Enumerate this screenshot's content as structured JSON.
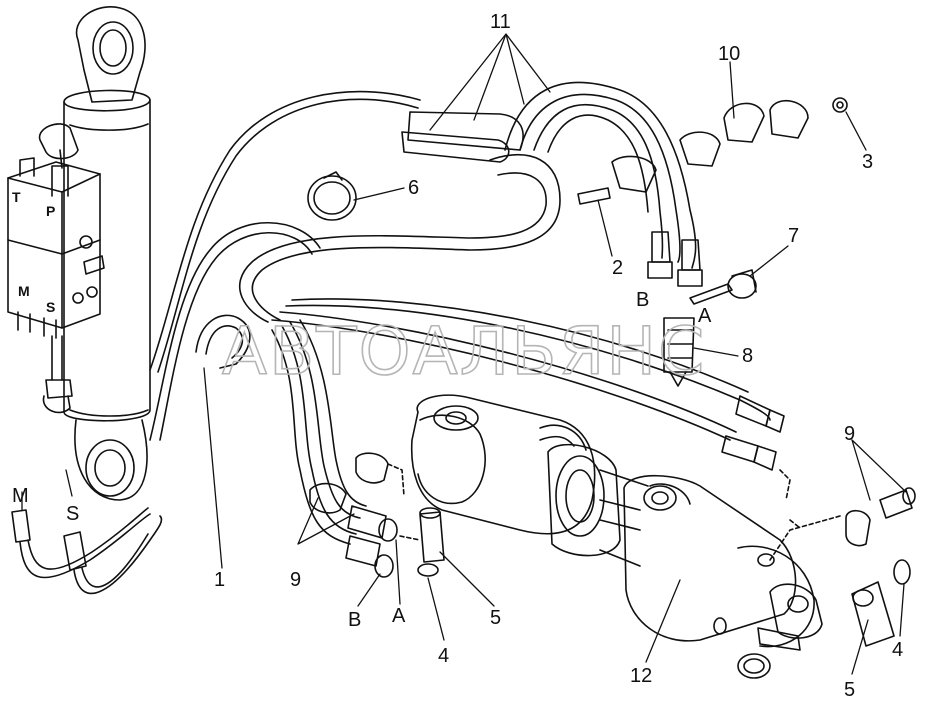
{
  "diagram": {
    "watermark": "АВТОАЛЬЯНС",
    "callouts": [
      {
        "id": "c11",
        "text": "11"
      },
      {
        "id": "c10",
        "text": "10"
      },
      {
        "id": "c3",
        "text": "3"
      },
      {
        "id": "c6",
        "text": "6"
      },
      {
        "id": "c2",
        "text": "2"
      },
      {
        "id": "c7",
        "text": "7"
      },
      {
        "id": "c8",
        "text": "8"
      },
      {
        "id": "cB_top",
        "text": "B"
      },
      {
        "id": "cA_top",
        "text": "A"
      },
      {
        "id": "c9_right",
        "text": "9"
      },
      {
        "id": "c1",
        "text": "1"
      },
      {
        "id": "c9_left",
        "text": "9"
      },
      {
        "id": "cB_bot",
        "text": "B"
      },
      {
        "id": "cA_bot",
        "text": "A"
      },
      {
        "id": "c4_mid",
        "text": "4"
      },
      {
        "id": "c5_mid",
        "text": "5"
      },
      {
        "id": "c12",
        "text": "12"
      },
      {
        "id": "c4_right",
        "text": "4"
      },
      {
        "id": "c5_right",
        "text": "5"
      },
      {
        "id": "cM",
        "text": "M"
      },
      {
        "id": "cS",
        "text": "S"
      }
    ],
    "valve_ports": {
      "t": "T",
      "p": "P",
      "m": "M",
      "s": "S"
    }
  }
}
